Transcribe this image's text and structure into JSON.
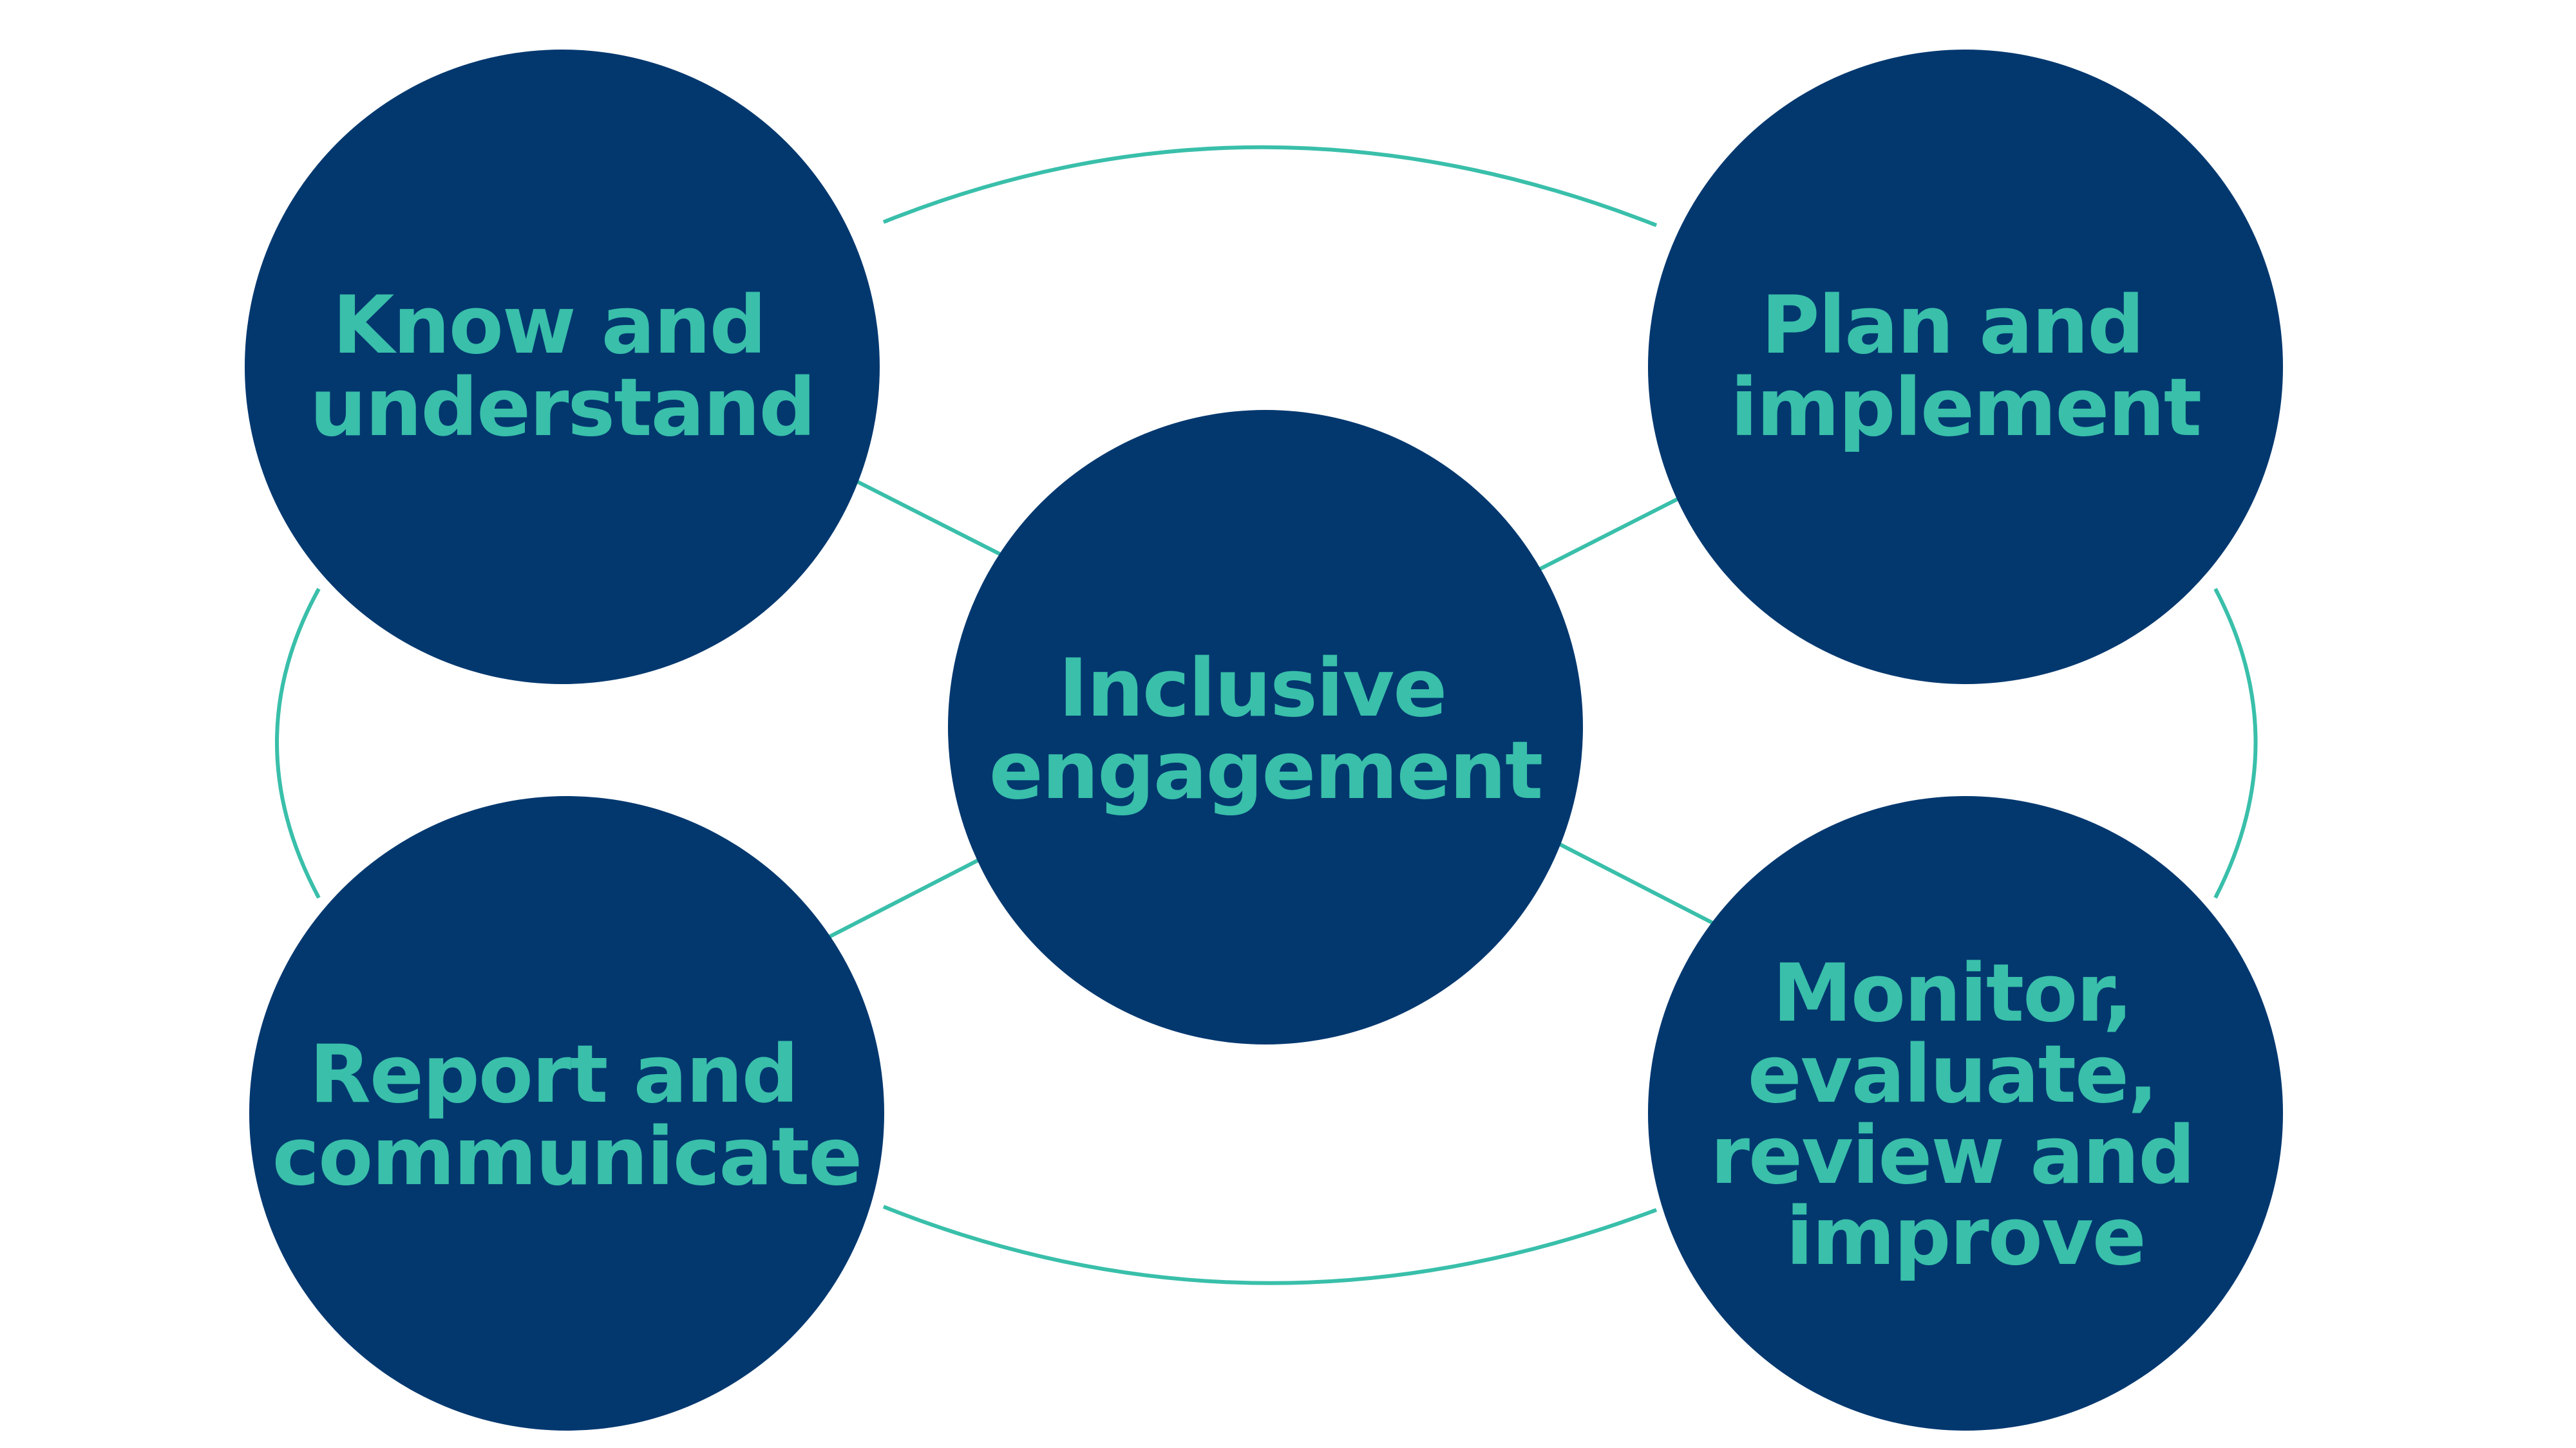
{
  "colors": {
    "background": "#ffffff",
    "circle_fill": "#03386f",
    "label_text": "#39bfaa",
    "connector": "#39bfaa"
  },
  "nodes": {
    "know": {
      "lines": [
        "Know and",
        "understand"
      ]
    },
    "plan": {
      "lines": [
        "Plan and",
        "implement"
      ]
    },
    "center": {
      "lines": [
        "Inclusive",
        "engagement"
      ]
    },
    "report": {
      "lines": [
        "Report and",
        "communicate"
      ]
    },
    "monitor": {
      "lines": [
        "Monitor,",
        "evaluate,",
        "review and",
        "improve"
      ]
    }
  },
  "connectors": [
    {
      "name": "know-plan-connector",
      "style": "double-headed arrow"
    },
    {
      "name": "report-monitor-connector",
      "style": "double-headed arrow"
    },
    {
      "name": "know-report-connector",
      "style": "double-headed arrow"
    },
    {
      "name": "plan-monitor-connector",
      "style": "double-headed arrow"
    },
    {
      "name": "know-center-connector",
      "style": "double-headed arrow"
    },
    {
      "name": "plan-center-connector",
      "style": "double-headed arrow"
    },
    {
      "name": "report-center-connector",
      "style": "double-headed arrow"
    },
    {
      "name": "monitor-center-connector",
      "style": "double-headed arrow"
    }
  ]
}
